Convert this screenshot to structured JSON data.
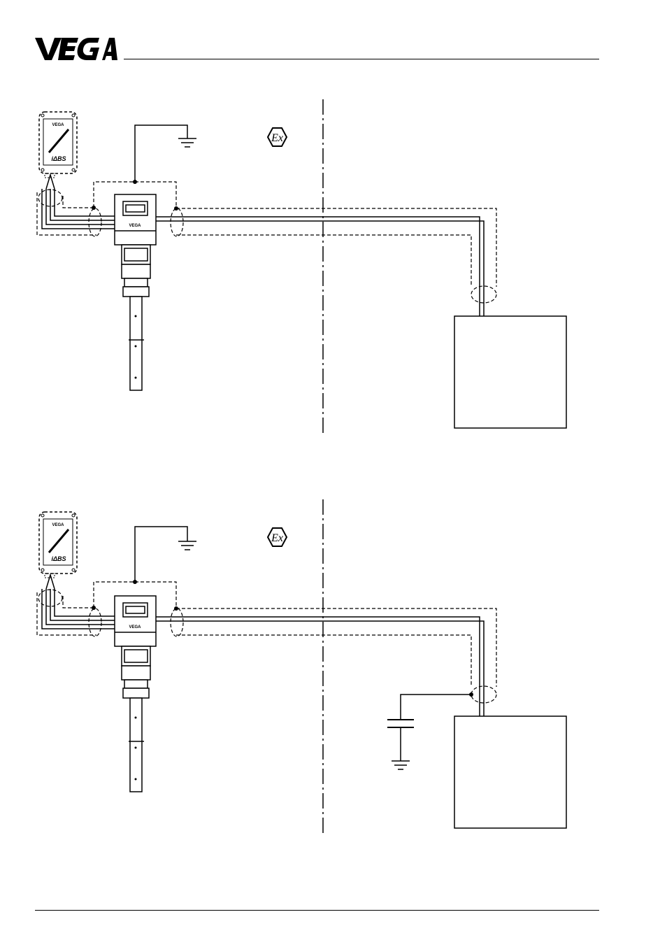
{
  "header": {
    "brand": "VEGA"
  },
  "diagrams": [
    {
      "id": "diagram-1",
      "ex_symbol": "Ex",
      "sensor_brand": "VEGA",
      "indicator_label": "iΔBS",
      "second_ground": false
    },
    {
      "id": "diagram-2",
      "ex_symbol": "Ex",
      "sensor_brand": "VEGA",
      "indicator_label": "iΔBS",
      "second_ground": true
    }
  ]
}
